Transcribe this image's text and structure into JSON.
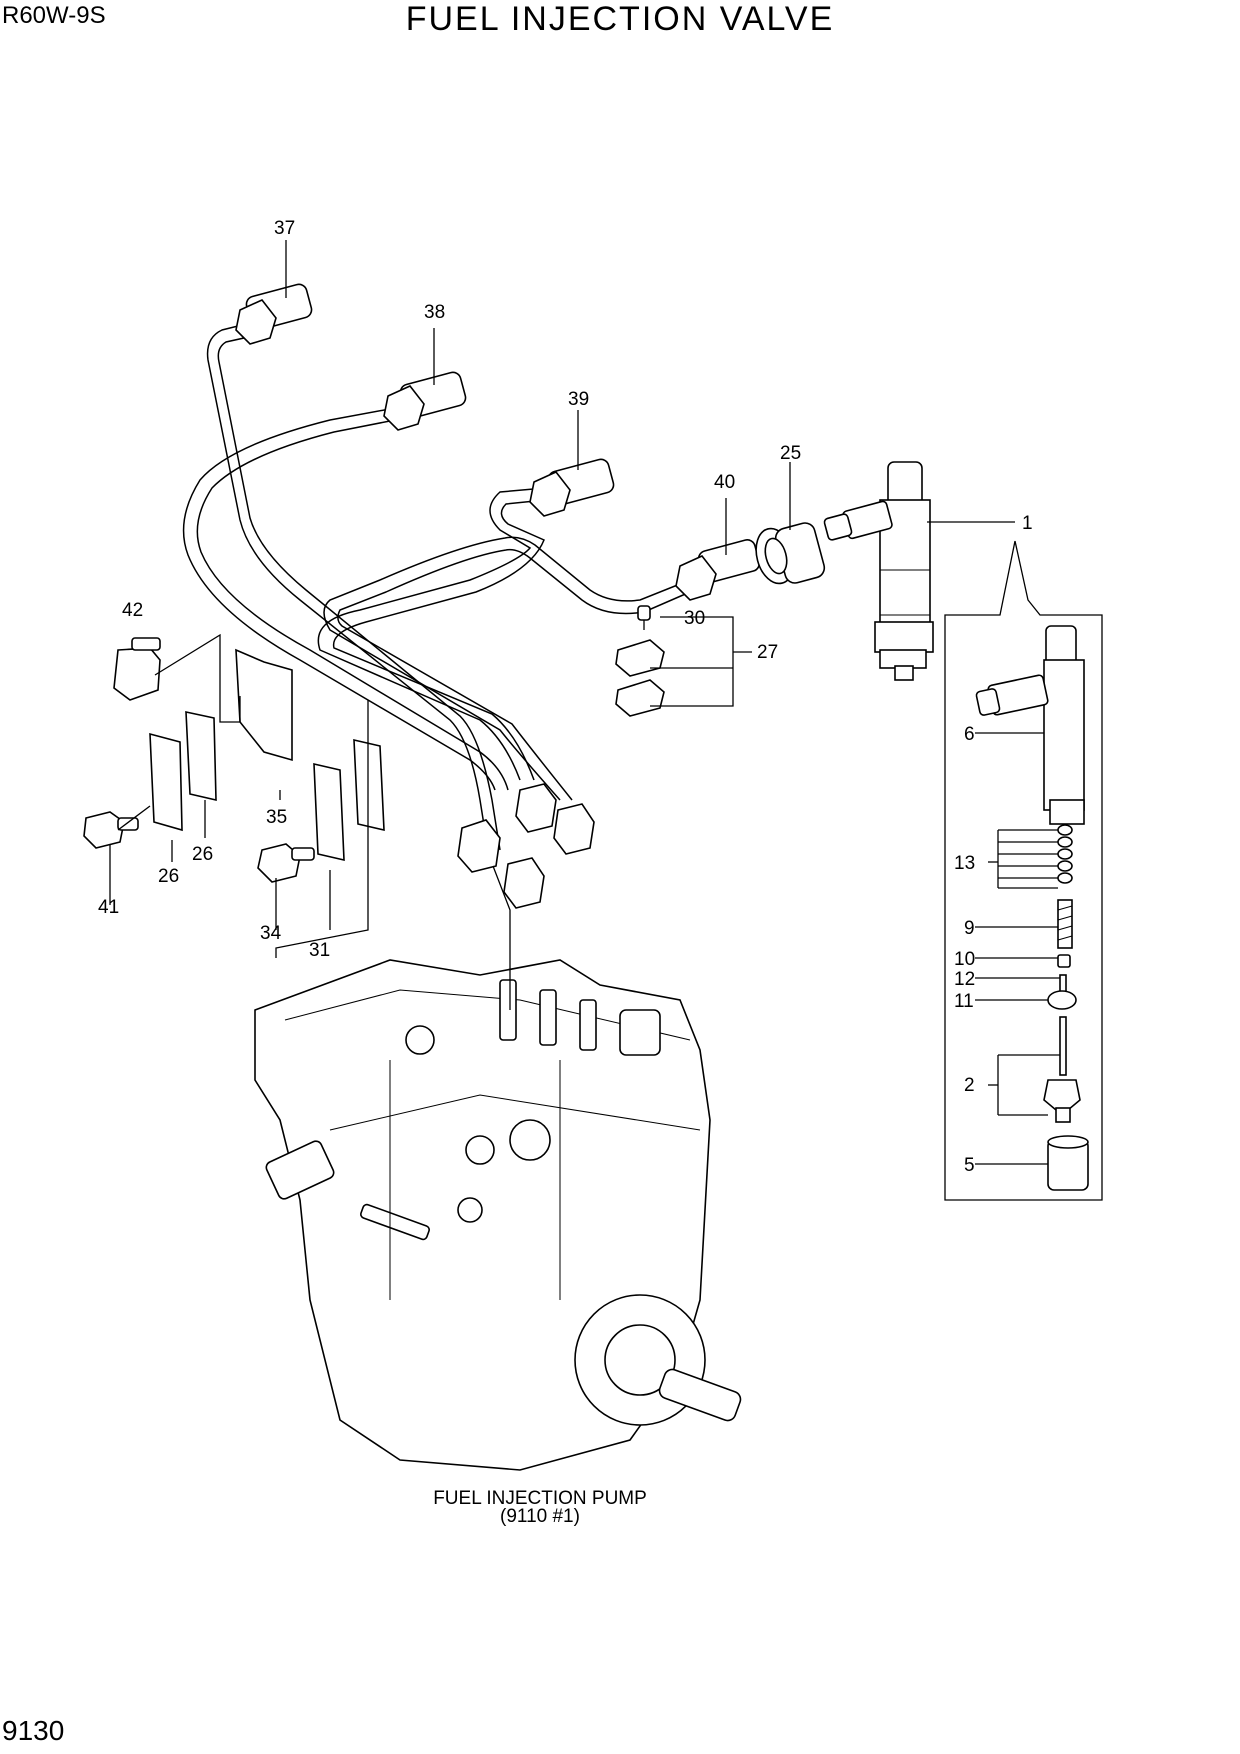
{
  "header": {
    "model": "R60W-9S",
    "title": "FUEL INJECTION VALVE"
  },
  "footer": {
    "page_number": "9130"
  },
  "pump": {
    "name": "FUEL INJECTION PUMP",
    "reference": "(9110 #1)"
  },
  "callouts": {
    "c1": "1",
    "c2": "2",
    "c5": "5",
    "c6": "6",
    "c9": "9",
    "c10": "10",
    "c11": "11",
    "c12": "12",
    "c13": "13",
    "c25": "25",
    "c26a": "26",
    "c26b": "26",
    "c27": "27",
    "c30": "30",
    "c31": "31",
    "c34": "34",
    "c35": "35",
    "c37": "37",
    "c38": "38",
    "c39": "39",
    "c40": "40",
    "c41": "41",
    "c42": "42"
  }
}
